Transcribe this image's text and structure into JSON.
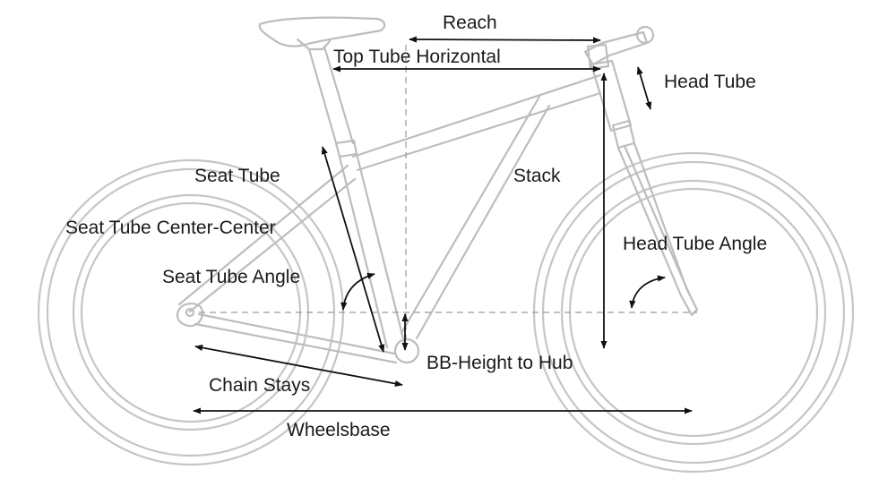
{
  "labels": {
    "reach": "Reach",
    "top_tube_horizontal": "Top Tube Horizontal",
    "head_tube": "Head Tube",
    "seat_tube": "Seat Tube",
    "stack": "Stack",
    "seat_tube_center_center": "Seat Tube Center-Center",
    "head_tube_angle": "Head Tube Angle",
    "seat_tube_angle": "Seat Tube Angle",
    "bb_height_to_hub": "BB-Height to Hub",
    "chain_stays": "Chain Stays",
    "wheelsbase": "Wheelsbase"
  },
  "colors": {
    "frame_line": "#bdbdbd",
    "dimension_arrow": "#111111",
    "label_text": "#1a1a1a"
  }
}
